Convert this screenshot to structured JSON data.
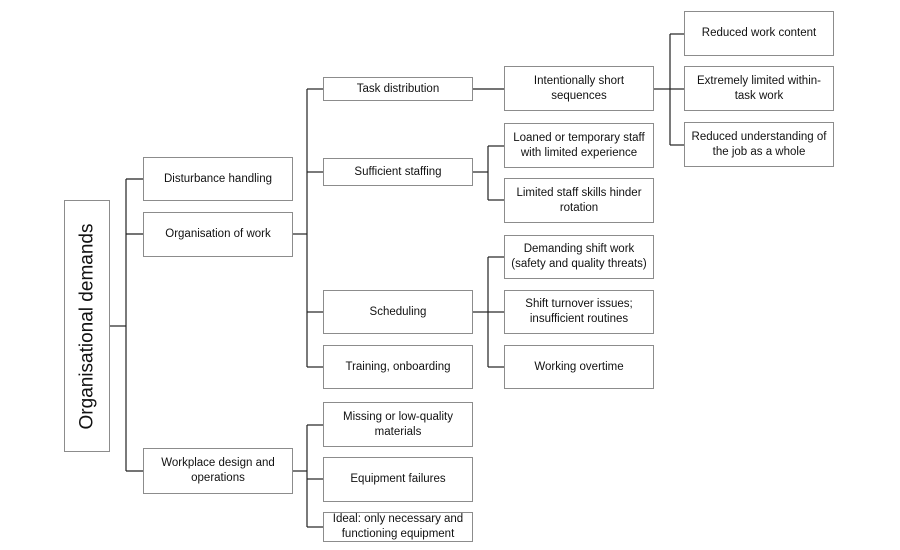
{
  "root": "Organisational demands",
  "level1": {
    "disturbance": "Disturbance handling",
    "organisation": "Organisation of work",
    "workplace": "Workplace design and operations"
  },
  "level2": {
    "task_distribution": "Task distribution",
    "sufficient_staffing": "Sufficient staffing",
    "scheduling": "Scheduling",
    "training": "Training, onboarding",
    "missing_materials": "Missing or low-quality materials",
    "equipment_failures": "Equipment failures",
    "ideal_equipment": "Ideal: only necessary and functioning equipment"
  },
  "level3": {
    "short_sequences": "Intentionally short sequences",
    "loaned_staff": "Loaned or temporary staff with limited experience",
    "limited_skills": "Limited staff skills hinder rotation",
    "shift_work": "Demanding shift work (safety and quality threats)",
    "shift_turnover": "Shift turnover issues; insufficient routines",
    "overtime": "Working overtime"
  },
  "level4": {
    "reduced_content": "Reduced work content",
    "limited_within_task": "Extremely limited within-task work",
    "reduced_understanding": "Reduced understanding of the job as a whole"
  }
}
